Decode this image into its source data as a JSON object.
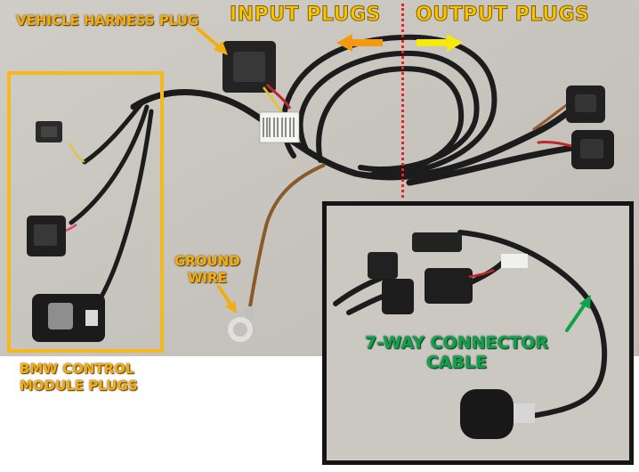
{
  "labels": {
    "vehicle_harness_plug": "VEHICLE HARNESS PLUG",
    "input_plugs": "INPUT PLUGS",
    "output_plugs": "OUTPUT PLUGS",
    "ground_wire": [
      "GROUND",
      "WIRE"
    ],
    "bmw_control_module_plugs": [
      "BMW CONTROL",
      "MODULE PLUGS"
    ],
    "seven_way_connector_cable": [
      "7-WAY CONNECTOR",
      "CABLE"
    ]
  },
  "colors": {
    "label_gold": "#f2ad12",
    "label_green": "#10a24a",
    "module_box": "#f4b821",
    "divider": "#e8202a",
    "arrow_input": "#f39a12",
    "arrow_output": "#f5ea10",
    "wall": "#c9c6c0",
    "wire": "#1c1c1c",
    "ground_wire": "#8b5a2b"
  }
}
